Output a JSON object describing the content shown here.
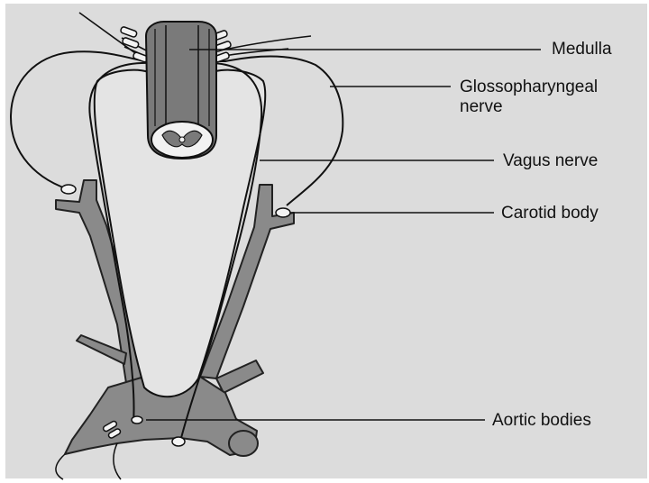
{
  "labels": {
    "medulla": "Medulla",
    "glossopharyngeal_nerve": "Glossopharyngeal\nnerve",
    "vagus_nerve": "Vagus nerve",
    "carotid_body": "Carotid body",
    "aortic_bodies": "Aortic bodies"
  },
  "colors": {
    "background": "#dcdcdc",
    "vessel": "#8a8a8a",
    "medulla": "#7a7a7a",
    "line": "#111111"
  }
}
